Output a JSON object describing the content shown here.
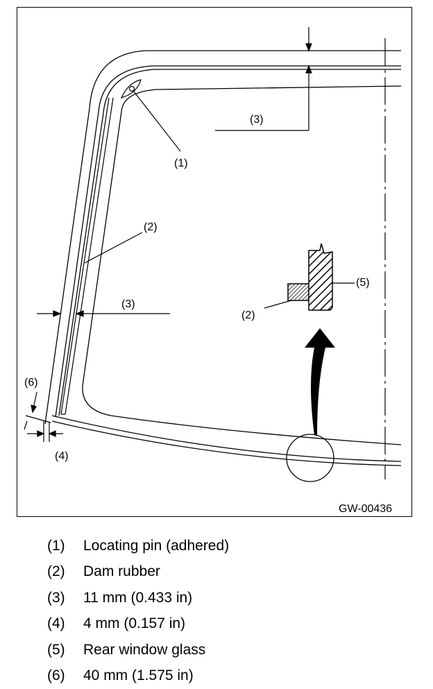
{
  "figure_id": "GW-00436",
  "callouts": {
    "c1": "(1)",
    "c2_top": "(2)",
    "c2_detail": "(2)",
    "c3_top": "(3)",
    "c3_side": "(3)",
    "c4": "(4)",
    "c5": "(5)",
    "c6": "(6)"
  },
  "legend": [
    {
      "num": "(1)",
      "text": "Locating pin (adhered)"
    },
    {
      "num": "(2)",
      "text": "Dam rubber"
    },
    {
      "num": "(3)",
      "text": "11 mm (0.433 in)"
    },
    {
      "num": "(4)",
      "text": "4 mm (0.157 in)"
    },
    {
      "num": "(5)",
      "text": "Rear window glass"
    },
    {
      "num": "(6)",
      "text": "40 mm (1.575 in)"
    }
  ]
}
